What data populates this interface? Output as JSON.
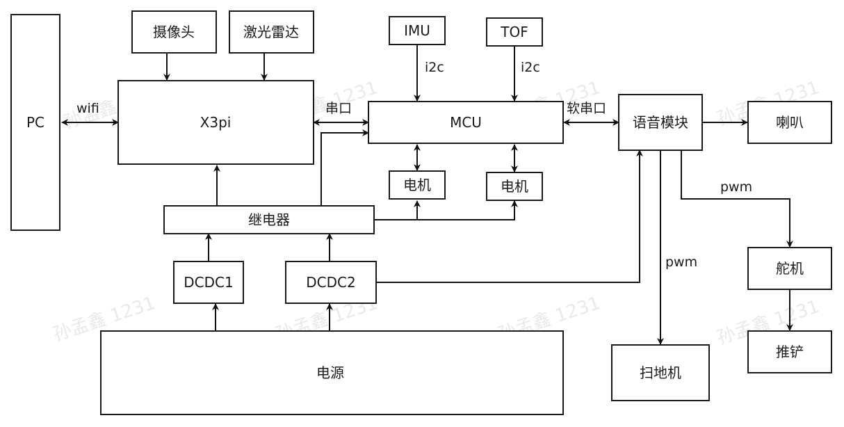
{
  "diagram": {
    "title": "",
    "nodes": {
      "pc": "PC",
      "camera": "摄像头",
      "lidar": "激光雷达",
      "x3pi": "X3pi",
      "imu": "IMU",
      "tof": "TOF",
      "mcu": "MCU",
      "motor_left": "电机",
      "motor_right": "电机",
      "relay": "继电器",
      "dcdc1": "DCDC1",
      "dcdc2": "DCDC2",
      "power": "电源",
      "voice_module": "语音模块",
      "speaker": "喇叭",
      "servo": "舵机",
      "pusher": "推铲",
      "sweeper": "扫地机"
    },
    "edge_labels": {
      "wifi": "wifi",
      "imu_i2c": "i2c",
      "tof_i2c": "i2c",
      "uart": "串口",
      "soft_uart": "软串口",
      "pwm_servo": "pwm",
      "pwm_sweeper": "pwm"
    },
    "edges": [
      {
        "from": "pc",
        "to": "x3pi",
        "label": "wifi",
        "direction": "both"
      },
      {
        "from": "camera",
        "to": "x3pi",
        "direction": "forward"
      },
      {
        "from": "lidar",
        "to": "x3pi",
        "direction": "forward"
      },
      {
        "from": "x3pi",
        "to": "mcu",
        "label": "串口",
        "direction": "both"
      },
      {
        "from": "imu",
        "to": "mcu",
        "label": "i2c",
        "direction": "forward"
      },
      {
        "from": "tof",
        "to": "mcu",
        "label": "i2c",
        "direction": "forward"
      },
      {
        "from": "mcu",
        "to": "motor_left",
        "direction": "both"
      },
      {
        "from": "mcu",
        "to": "motor_right",
        "direction": "both"
      },
      {
        "from": "mcu",
        "to": "voice_module",
        "label": "软串口",
        "direction": "both"
      },
      {
        "from": "voice_module",
        "to": "speaker",
        "direction": "forward"
      },
      {
        "from": "voice_module",
        "to": "servo",
        "label": "pwm",
        "direction": "forward"
      },
      {
        "from": "voice_module",
        "to": "sweeper",
        "label": "pwm",
        "direction": "forward"
      },
      {
        "from": "servo",
        "to": "pusher",
        "direction": "forward"
      },
      {
        "from": "relay",
        "to": "x3pi",
        "direction": "forward"
      },
      {
        "from": "relay",
        "to": "mcu",
        "direction": "forward"
      },
      {
        "from": "relay",
        "to": "motor_left",
        "direction": "forward"
      },
      {
        "from": "relay",
        "to": "motor_right",
        "direction": "forward"
      },
      {
        "from": "dcdc1",
        "to": "relay",
        "direction": "forward"
      },
      {
        "from": "dcdc2",
        "to": "relay",
        "direction": "forward"
      },
      {
        "from": "dcdc2",
        "to": "voice_module",
        "direction": "forward"
      },
      {
        "from": "power",
        "to": "dcdc1",
        "direction": "forward"
      },
      {
        "from": "power",
        "to": "dcdc2",
        "direction": "forward"
      }
    ],
    "watermark": "孙孟鑫 1231"
  }
}
